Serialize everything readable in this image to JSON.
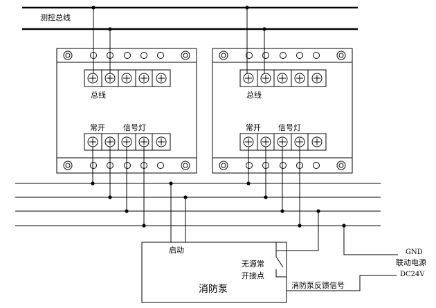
{
  "bus_label": "测控总线",
  "modules": [
    {
      "bus_label": "总线",
      "normally_open_label": "常开",
      "signal_light_label": "信号灯"
    },
    {
      "bus_label": "总线",
      "normally_open_label": "常开",
      "signal_light_label": "信号灯"
    }
  ],
  "pump": {
    "name": "消防泵",
    "start_label": "启动",
    "contact_label_line1": "无源常",
    "contact_label_line2": "开接点",
    "feedback_label": "消防泵反馈信号"
  },
  "power": {
    "gnd_label": "GND",
    "linkage_label": "联动电源",
    "voltage_label": "DC24V"
  }
}
